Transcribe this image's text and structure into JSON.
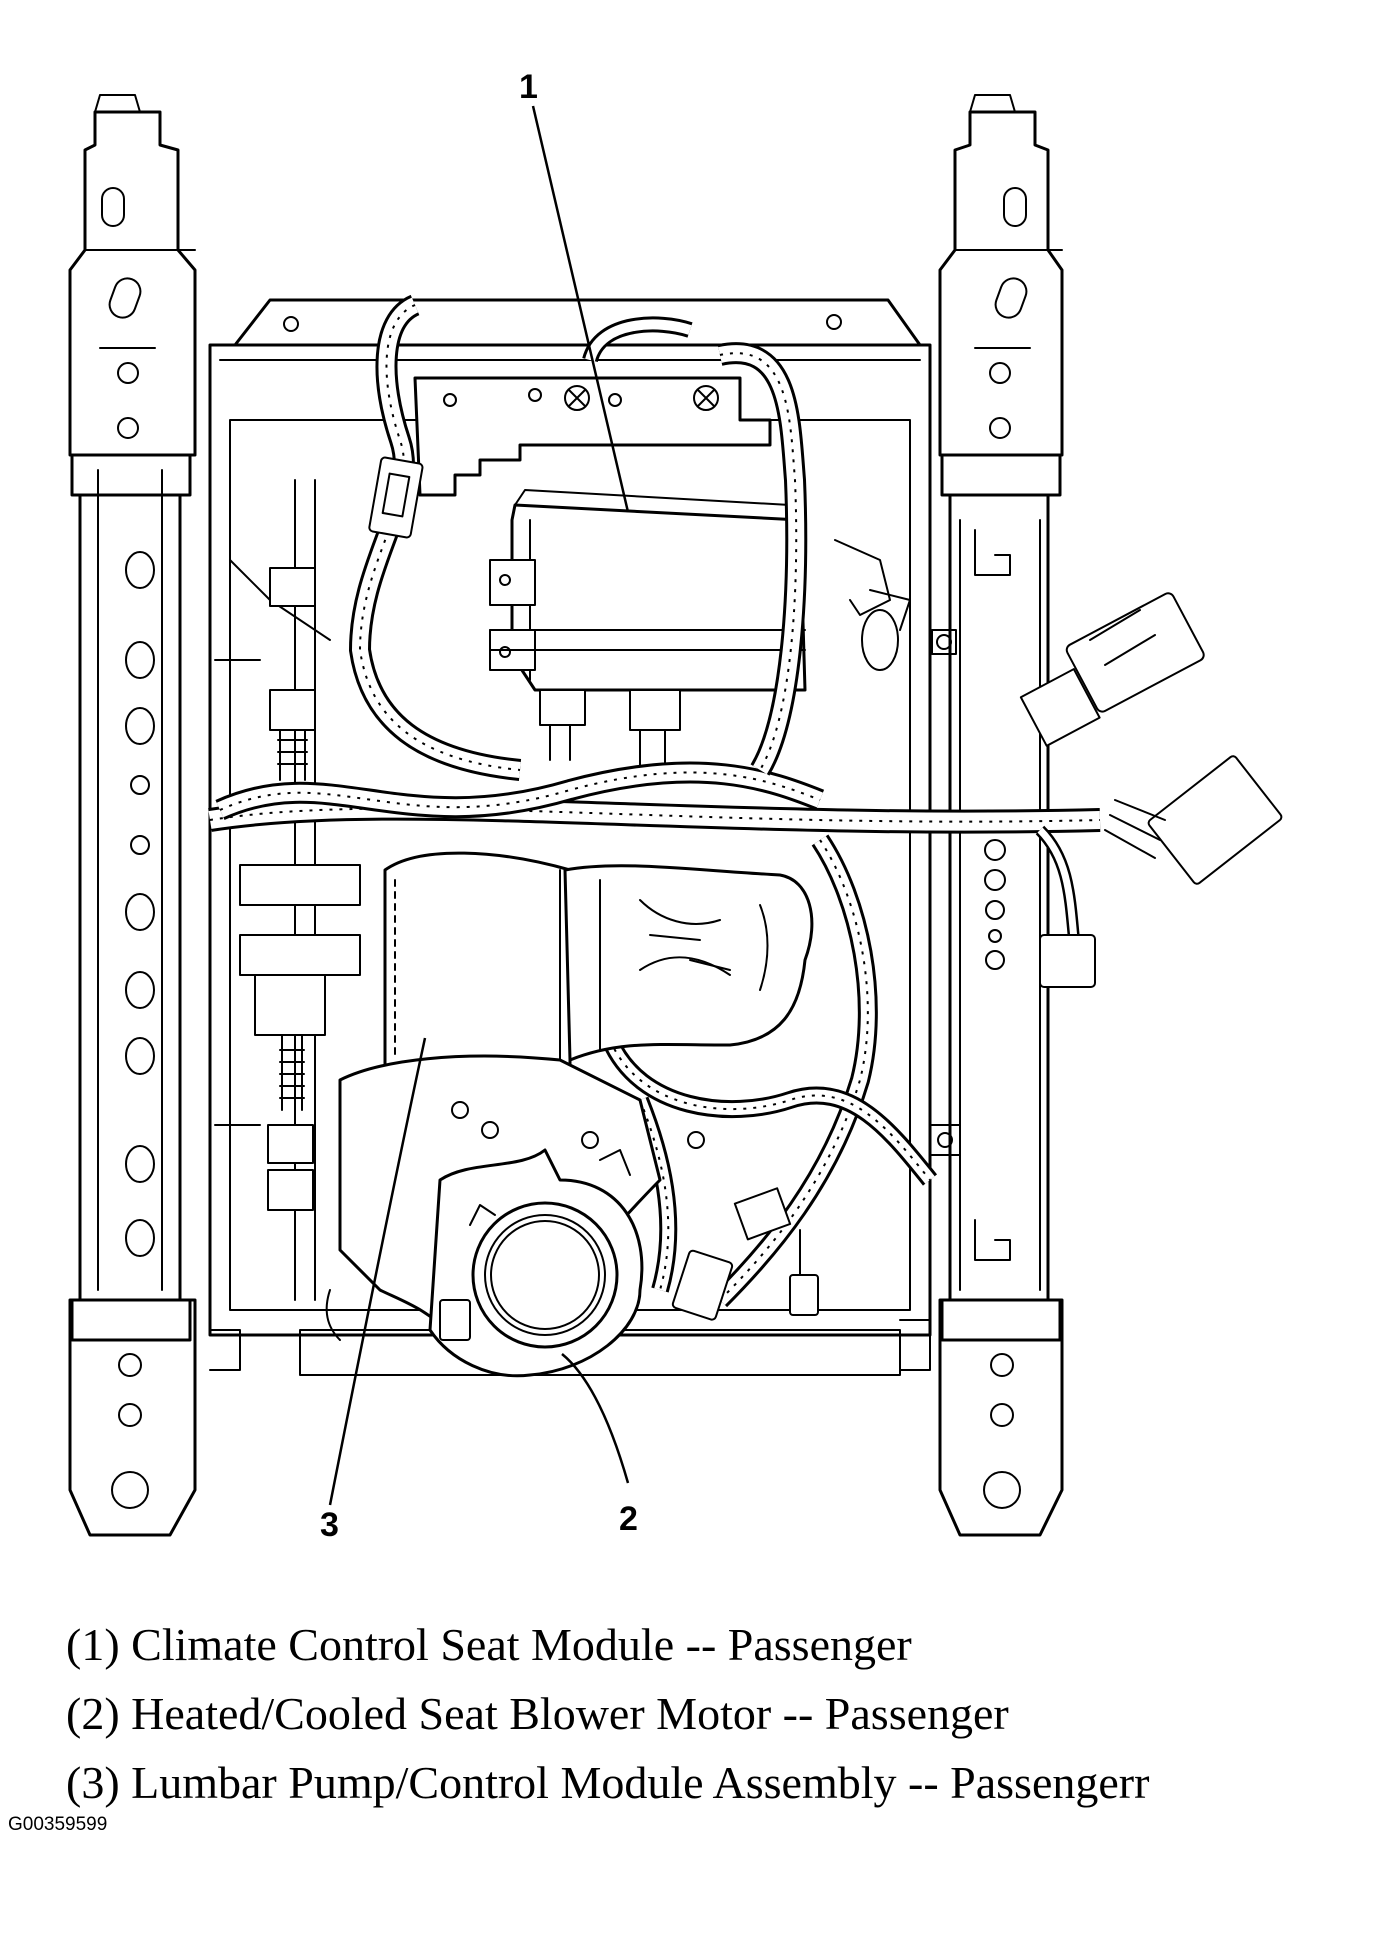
{
  "callouts": [
    {
      "number": "1"
    },
    {
      "number": "2"
    },
    {
      "number": "3"
    }
  ],
  "legend": [
    "(1) Climate Control Seat Module -- Passenger",
    "(2) Heated/Cooled Seat Blower Motor -- Passenger",
    "(3) Lumbar Pump/Control Module Assembly -- Passengerr"
  ],
  "figure_id": "G00359599"
}
